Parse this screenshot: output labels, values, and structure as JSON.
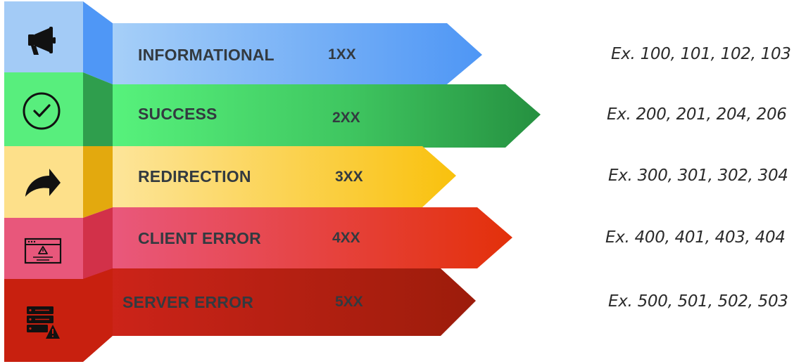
{
  "rows": [
    {
      "label": "INFORMATIONAL",
      "code": "1XX",
      "examples": "Ex. 100, 101, 102, 103",
      "icon": "megaphone-icon",
      "colors": {
        "light": "#9fcaf7",
        "dark": "#4f96f5",
        "side": "#4f97f6"
      }
    },
    {
      "label": "SUCCESS",
      "code": "2XX",
      "examples": "Ex. 200, 201, 204, 206",
      "icon": "check-circle-icon",
      "colors": {
        "light": "#55f07a",
        "dark": "#2a9a48",
        "side": "#2f9e4d"
      }
    },
    {
      "label": "REDIRECTION",
      "code": "3XX",
      "examples": "Ex. 300, 301, 302, 304",
      "icon": "share-arrow-icon",
      "colors": {
        "light": "#fde28c",
        "dark": "#f9c313",
        "side": "#e3a90e"
      }
    },
    {
      "label": "CLIENT ERROR",
      "code": "4XX",
      "examples": "Ex. 400, 401, 403, 404",
      "icon": "browser-warning-icon",
      "colors": {
        "light": "#e8577b",
        "dark": "#e23a0c",
        "side": "#d23149"
      }
    },
    {
      "label": "SERVER ERROR",
      "code": "5XX",
      "examples": "Ex. 500, 501, 502, 503",
      "icon": "server-warning-icon",
      "colors": {
        "light": "#cc1e14",
        "dark": "#a21a0a",
        "side": "#c02410"
      }
    }
  ]
}
